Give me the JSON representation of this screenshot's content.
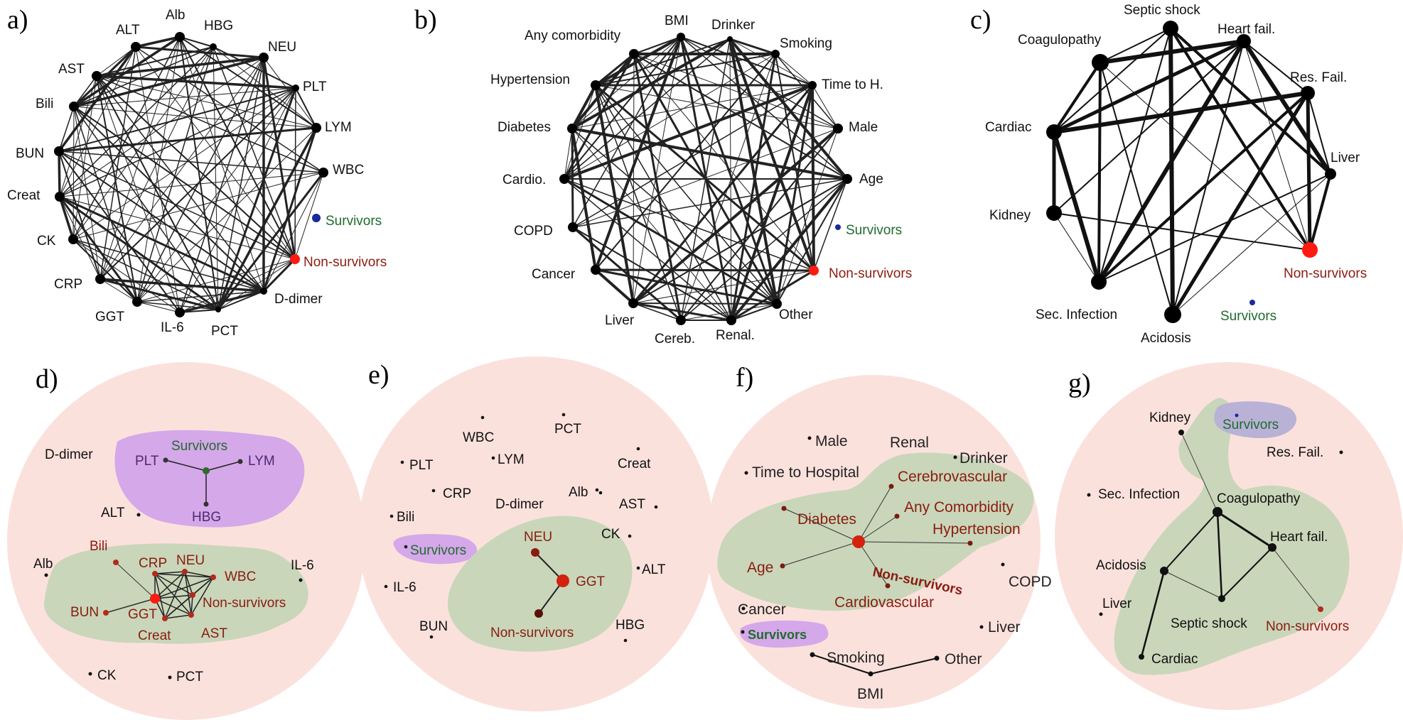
{
  "figure": {
    "colors": {
      "node": "#000000",
      "survivors": "#1a2a9a",
      "non_survivors": "#ff1a10",
      "cluster_bg": "#fbe1dc",
      "module_green": "#c9d6ba",
      "module_purple": "#d5a8ea",
      "module_lavender": "#b9b2d6",
      "red_label": "#8b1c10",
      "survivor_label": "#1f6b2e"
    },
    "panels": [
      {
        "letter": "a)",
        "labels": [
          "Alb",
          "HBG",
          "NEU",
          "PLT",
          "LYM",
          "WBC",
          "Survivors",
          "Non-survivors",
          "D-dimer",
          "PCT",
          "IL-6",
          "GGT",
          "CRP",
          "CK",
          "Creat",
          "BUN",
          "Bili",
          "AST",
          "ALT"
        ]
      },
      {
        "letter": "b)",
        "labels": [
          "BMI",
          "Drinker",
          "Smoking",
          "Time to H.",
          "Male",
          "Age",
          "Survivors",
          "Non-survivors",
          "Other",
          "Renal.",
          "Cereb.",
          "Liver",
          "Cancer",
          "COPD",
          "Cardio.",
          "Diabetes",
          "Hypertension",
          "Any comorbidity"
        ]
      },
      {
        "letter": "c)",
        "labels": [
          "Septic shock",
          "Heart fail.",
          "Res. Fail.",
          "Liver",
          "Non-survivors",
          "Survivors",
          "Acidosis",
          "Sec. Infection",
          "Kidney",
          "Cardiac",
          "Coagulopathy"
        ]
      },
      {
        "letter": "d)",
        "labels": [
          "D-dimer",
          "Survivors",
          "PLT",
          "LYM",
          "HBG",
          "ALT",
          "Alb",
          "IL-6",
          "Bili",
          "CRP",
          "NEU",
          "WBC",
          "BUN",
          "GGT",
          "Non-survivors",
          "Creat",
          "AST",
          "CK",
          "PCT"
        ]
      },
      {
        "letter": "e)",
        "labels": [
          "WBC",
          "PCT",
          "PLT",
          "LYM",
          "Creat",
          "CRP",
          "D-dimer",
          "Alb",
          "AST",
          "Bili",
          "CK",
          "Survivors",
          "NEU",
          "ALT",
          "IL-6",
          "GGT",
          "Non-survivors",
          "BUN",
          "HBG"
        ]
      },
      {
        "letter": "f)",
        "labels": [
          "Male",
          "Renal",
          "Drinker",
          "Time to Hospital",
          "Cerebrovascular",
          "Any Comorbidity",
          "Diabetes",
          "Hypertension",
          "Non-survivors",
          "Age",
          "COPD",
          "Cardiovascular",
          "Cancer",
          "Liver",
          "Survivors",
          "Smoking",
          "Other",
          "BMI"
        ]
      },
      {
        "letter": "g)",
        "labels": [
          "Kidney",
          "Survivors",
          "Res. Fail.",
          "Sec. Infection",
          "Coagulopathy",
          "Heart fail.",
          "Acidosis",
          "Liver",
          "Septic shock",
          "Non-survivors",
          "Cardiac"
        ]
      }
    ]
  }
}
